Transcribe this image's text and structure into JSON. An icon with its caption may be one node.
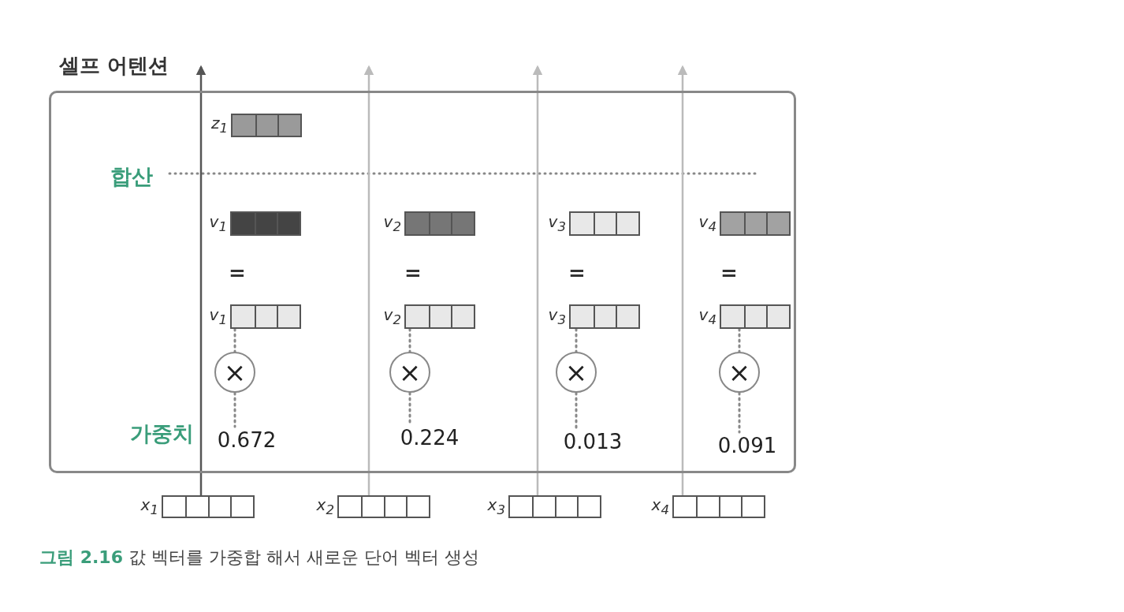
{
  "diagram": {
    "caption": "**그림 2.16** 값 벡터를 가중합 해서 새로운 단어 벡터 생성",
    "nodes": [
      {
        "text": [
          "셀프 어텐션"
        ]
      },
      {
        "text": [
          "z$_{1}$"
        ],
        "in": 0
      },
      {
        "text": [
          "v$_{1}$"
        ],
        "in": 0
      },
      {
        "text": [
          "v$_{2}$"
        ],
        "in": 0
      },
      {
        "text": [
          "v$_{3}$"
        ],
        "in": 0
      },
      {
        "text": [
          "v$_{4}$"
        ],
        "in": 0
      },
      {
        "text": [
          "v$_{1}$"
        ],
        "in": 0
      },
      {
        "text": [
          "v$_{2}$"
        ],
        "in": 0
      },
      {
        "text": [
          "v$_{3}$"
        ],
        "in": 0
      },
      {
        "text": [
          "v$_{4}$"
        ],
        "in": 0
      },
      {
        "text": [
          "×"
        ],
        "in": 0
      },
      {
        "text": [
          "×"
        ],
        "in": 0
      },
      {
        "text": [
          "×"
        ],
        "in": 0
      },
      {
        "text": [
          "×"
        ],
        "in": 0
      },
      {
        "text": [
          "0.672"
        ],
        "in": 0
      },
      {
        "text": [
          "0.224"
        ],
        "in": 0
      },
      {
        "text": [
          "0.013"
        ],
        "in": 0
      },
      {
        "text": [
          "0.091"
        ],
        "in": 0
      },
      {
        "text": [
          "x$_{1}$"
        ]
      },
      {
        "text": [
          "x$_{2}$"
        ]
      },
      {
        "text": [
          "x$_{3}$"
        ]
      },
      {
        "text": [
          "x$_{4}$"
        ]
      }
    ],
    "edges": [
      {
        "from": 18,
        "to": 0,
        "arrow": "to",
        "color": "#555555"
      },
      {
        "from": 19,
        "to": 0,
        "arrow": "to"
      },
      {
        "from": 20,
        "to": 0,
        "arrow": "to"
      },
      {
        "from": 21,
        "to": 0,
        "arrow": "to"
      },
      {
        "from": 6,
        "to": 10,
        "arrow": "none",
        "style": "dashed"
      },
      {
        "from": 7,
        "to": 11,
        "arrow": "none",
        "style": "dashed"
      },
      {
        "from": 8,
        "to": 12,
        "arrow": "none",
        "style": "dashed"
      },
      {
        "from": 9,
        "to": 13,
        "arrow": "none",
        "style": "dashed"
      },
      {
        "from": 10,
        "to": 14,
        "arrow": "none",
        "style": "dashed"
      },
      {
        "from": 11,
        "to": 15,
        "arrow": "none",
        "style": "dashed"
      },
      {
        "from": 12,
        "to": 16,
        "arrow": "none",
        "style": "dashed"
      },
      {
        "from": 13,
        "to": 17,
        "arrow": "none",
        "style": "dashed"
      }
    ],
    "labels": [
      "합산",
      "=",
      "=",
      "=",
      "=",
      "가중치"
    ]
  }
}
